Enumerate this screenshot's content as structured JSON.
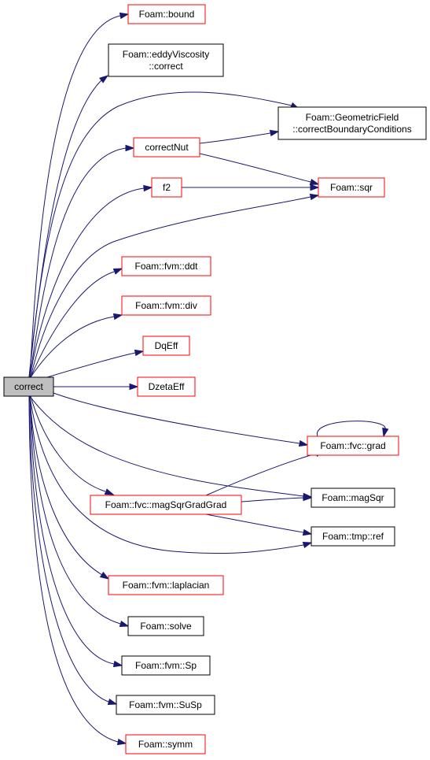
{
  "colors": {
    "edge": "#191970",
    "border_documented": "#ff0000",
    "border_plain": "#000000",
    "root_fill": "#bfbfbf",
    "node_fill": "#ffffff"
  },
  "nodes": {
    "root": {
      "lines": [
        "correct"
      ],
      "kind": "root"
    },
    "bound": {
      "lines": [
        "Foam::bound"
      ],
      "kind": "red"
    },
    "eddyViscosity": {
      "lines": [
        "Foam::eddyViscosity",
        "::correct"
      ],
      "kind": "black"
    },
    "correctBC": {
      "lines": [
        "Foam::GeometricField",
        "::correctBoundaryConditions"
      ],
      "kind": "black"
    },
    "correctNut": {
      "lines": [
        "correctNut"
      ],
      "kind": "red"
    },
    "f2": {
      "lines": [
        "f2"
      ],
      "kind": "red"
    },
    "sqr": {
      "lines": [
        "Foam::sqr"
      ],
      "kind": "red"
    },
    "ddt": {
      "lines": [
        "Foam::fvm::ddt"
      ],
      "kind": "red"
    },
    "div": {
      "lines": [
        "Foam::fvm::div"
      ],
      "kind": "red"
    },
    "DqEff": {
      "lines": [
        "DqEff"
      ],
      "kind": "red"
    },
    "DzetaEff": {
      "lines": [
        "DzetaEff"
      ],
      "kind": "red"
    },
    "fvcGrad": {
      "lines": [
        "Foam::fvc::grad"
      ],
      "kind": "red"
    },
    "magSqrGradGrad": {
      "lines": [
        "Foam::fvc::magSqrGradGrad"
      ],
      "kind": "red"
    },
    "magSqr": {
      "lines": [
        "Foam::magSqr"
      ],
      "kind": "black"
    },
    "tmpRef": {
      "lines": [
        "Foam::tmp::ref"
      ],
      "kind": "black"
    },
    "laplacian": {
      "lines": [
        "Foam::fvm::laplacian"
      ],
      "kind": "red"
    },
    "solve": {
      "lines": [
        "Foam::solve"
      ],
      "kind": "black"
    },
    "Sp": {
      "lines": [
        "Foam::fvm::Sp"
      ],
      "kind": "black"
    },
    "SuSp": {
      "lines": [
        "Foam::fvm::SuSp"
      ],
      "kind": "black"
    },
    "symm": {
      "lines": [
        "Foam::symm"
      ],
      "kind": "red"
    }
  },
  "edges": [
    [
      "root",
      "bound"
    ],
    [
      "root",
      "eddyViscosity"
    ],
    [
      "root",
      "correctBC"
    ],
    [
      "root",
      "correctNut"
    ],
    [
      "root",
      "f2"
    ],
    [
      "root",
      "sqr"
    ],
    [
      "root",
      "ddt"
    ],
    [
      "root",
      "div"
    ],
    [
      "root",
      "DqEff"
    ],
    [
      "root",
      "DzetaEff"
    ],
    [
      "root",
      "fvcGrad"
    ],
    [
      "root",
      "magSqrGradGrad"
    ],
    [
      "root",
      "magSqr"
    ],
    [
      "root",
      "tmpRef"
    ],
    [
      "root",
      "laplacian"
    ],
    [
      "root",
      "solve"
    ],
    [
      "root",
      "Sp"
    ],
    [
      "root",
      "SuSp"
    ],
    [
      "root",
      "symm"
    ],
    [
      "correctNut",
      "correctBC"
    ],
    [
      "correctNut",
      "sqr"
    ],
    [
      "f2",
      "sqr"
    ],
    [
      "magSqrGradGrad",
      "fvcGrad"
    ],
    [
      "magSqrGradGrad",
      "magSqr"
    ],
    [
      "magSqrGradGrad",
      "tmpRef"
    ],
    [
      "fvcGrad",
      "fvcGrad"
    ]
  ]
}
